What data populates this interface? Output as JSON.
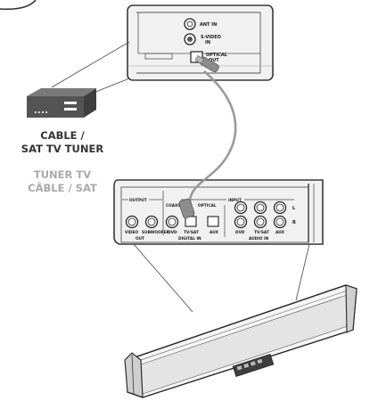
{
  "device_panel": {
    "ant_in": "ANT IN",
    "s_video_in_line1": "S-VIDEO",
    "s_video_in_line2": "IN",
    "optical_out_line1": "OPTICAL",
    "optical_out_line2": "OUT"
  },
  "source_device": {
    "label_en_line1": "CABLE /",
    "label_en_line2": "SAT TV TUNER",
    "label_fr_line1": "TUNER TV",
    "label_fr_line2": "CÂBLE / SAT"
  },
  "soundbar_panel": {
    "output_header": "OUTPUT",
    "input_header": "INPUT",
    "coaxial": "COAXIAL",
    "optical": "OPTICAL",
    "video": "VIDEO",
    "subwoofer": "SUBWOOFER",
    "out": "OUT",
    "dvd_digital": "DVD",
    "tvsat_digital": "TV/SAT",
    "aux_digital": "AUX",
    "digital_in": "DIGITAL IN",
    "dvd_audio": "DVD",
    "tvsat_audio": "TV/SAT",
    "aux_audio": "AUX",
    "audio_in": "AUDIO IN",
    "l": "L",
    "r": "R"
  },
  "colors": {
    "panel_fill": "#f1f1f1",
    "cable": "#9a9a9a",
    "device": "#545454",
    "accent_gray": "#a9a9a9"
  }
}
